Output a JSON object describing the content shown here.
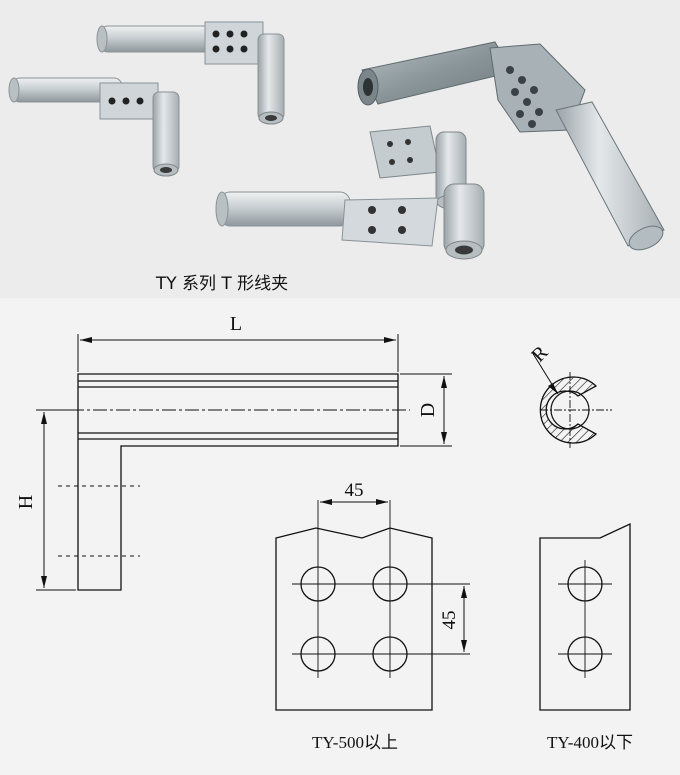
{
  "caption": "TY 系列 T 形线夹",
  "dimensions": {
    "length": "L",
    "diameter": "D",
    "height": "H",
    "radius": "R",
    "hole_spacing_horizontal": "45",
    "hole_spacing_vertical": "45"
  },
  "variants": {
    "large": "TY-500以上",
    "small": "TY-400以下"
  },
  "colors": {
    "metal_light": "#d8dde0",
    "metal_shade": "#9aa3a8",
    "background": "#f3f3f3",
    "line": "#111111"
  }
}
